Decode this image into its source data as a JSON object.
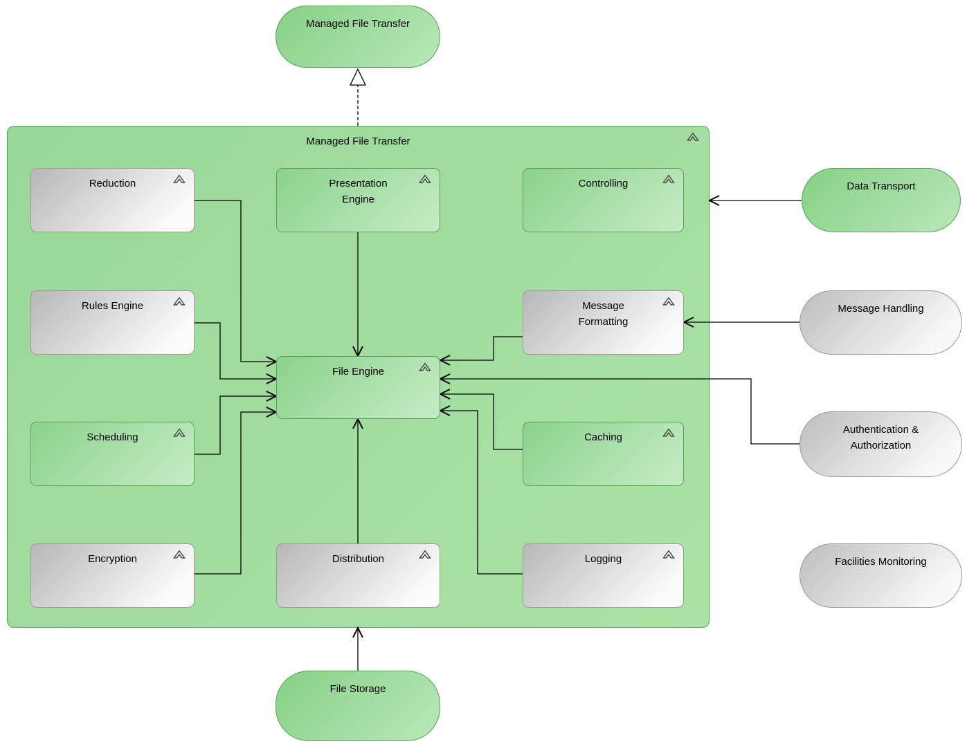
{
  "container": {
    "label": "Managed File Transfer"
  },
  "nodes": {
    "reduction": "Reduction",
    "presentation_engine": "Presentation\nEngine",
    "controlling": "Controlling",
    "rules_engine": "Rules Engine",
    "message_formatting": "Message\nFormatting",
    "file_engine": "File Engine",
    "scheduling": "Scheduling",
    "caching": "Caching",
    "encryption": "Encryption",
    "distribution": "Distribution",
    "logging": "Logging"
  },
  "externals": {
    "managed_file_transfer": "Managed File Transfer",
    "data_transport": "Data Transport",
    "message_handling": "Message Handling",
    "authentication_authorization": "Authentication &\nAuthorization",
    "facilities_monitoring": "Facilities Monitoring",
    "file_storage": "File Storage"
  },
  "relations": [
    {
      "from": "managed-file-transfer-container",
      "to": "managed-file-transfer-service",
      "type": "realization"
    },
    {
      "from": "presentation-engine",
      "to": "file-engine",
      "type": "arrow"
    },
    {
      "from": "reduction",
      "to": "file-engine",
      "type": "arrow"
    },
    {
      "from": "rules-engine",
      "to": "file-engine",
      "type": "arrow"
    },
    {
      "from": "scheduling",
      "to": "file-engine",
      "type": "arrow"
    },
    {
      "from": "encryption",
      "to": "file-engine",
      "type": "arrow"
    },
    {
      "from": "message-formatting",
      "to": "file-engine",
      "type": "arrow"
    },
    {
      "from": "caching",
      "to": "file-engine",
      "type": "arrow"
    },
    {
      "from": "logging",
      "to": "file-engine",
      "type": "arrow"
    },
    {
      "from": "distribution",
      "to": "file-engine",
      "type": "arrow"
    },
    {
      "from": "authentication-authorization",
      "to": "file-engine",
      "type": "arrow"
    },
    {
      "from": "data-transport",
      "to": "managed-file-transfer-container",
      "type": "arrow"
    },
    {
      "from": "message-handling",
      "to": "message-formatting",
      "type": "arrow"
    },
    {
      "from": "file-storage",
      "to": "managed-file-transfer-container",
      "type": "arrow"
    }
  ],
  "colors": {
    "green_node": "#8bd28b",
    "green_container": "#9fdb9d",
    "green_border": "#57a057",
    "gray_node": "#b7b7b7",
    "gray_border": "#9a9a9a",
    "connector": "#000000"
  }
}
